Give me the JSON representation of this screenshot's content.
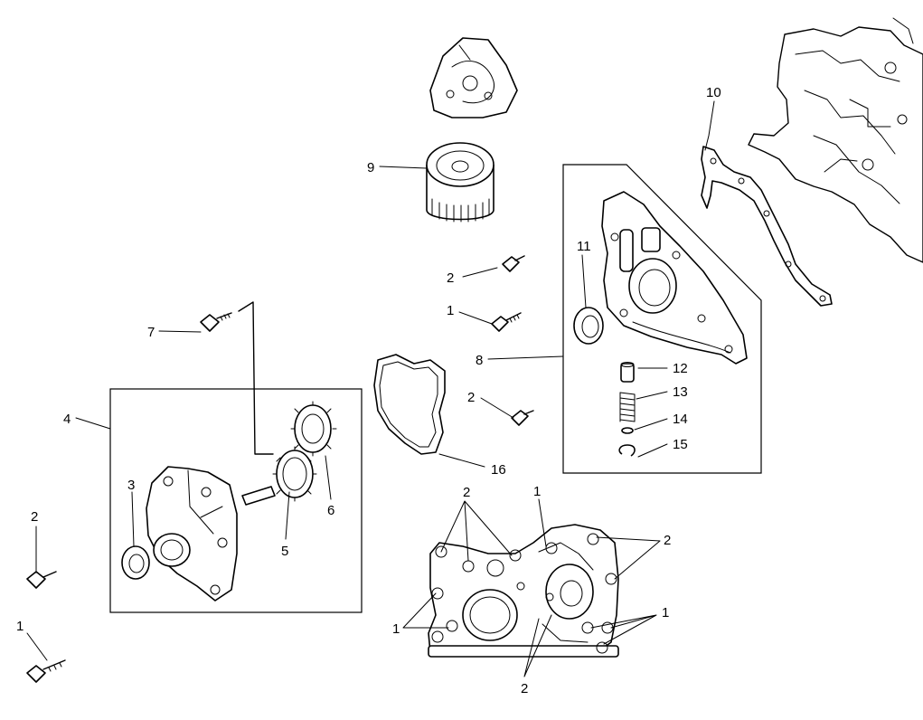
{
  "callouts": [
    {
      "id": "c1",
      "text": "10"
    },
    {
      "id": "c2",
      "text": "9"
    },
    {
      "id": "c3",
      "text": "11"
    },
    {
      "id": "c4",
      "text": "2"
    },
    {
      "id": "c5",
      "text": "1"
    },
    {
      "id": "c6",
      "text": "8"
    },
    {
      "id": "c7",
      "text": "12"
    },
    {
      "id": "c8",
      "text": "13"
    },
    {
      "id": "c9",
      "text": "2"
    },
    {
      "id": "c10",
      "text": "14"
    },
    {
      "id": "c11",
      "text": "15"
    },
    {
      "id": "c12",
      "text": "16"
    },
    {
      "id": "c13",
      "text": "7"
    },
    {
      "id": "c14",
      "text": "4"
    },
    {
      "id": "c15",
      "text": "3"
    },
    {
      "id": "c16",
      "text": "6"
    },
    {
      "id": "c17",
      "text": "5"
    },
    {
      "id": "c18",
      "text": "2"
    },
    {
      "id": "c19",
      "text": "1"
    },
    {
      "id": "c20",
      "text": "2"
    },
    {
      "id": "c21",
      "text": "1"
    },
    {
      "id": "c22",
      "text": "2"
    },
    {
      "id": "c23",
      "text": "1"
    },
    {
      "id": "c24",
      "text": "1"
    },
    {
      "id": "c25",
      "text": "2"
    }
  ]
}
